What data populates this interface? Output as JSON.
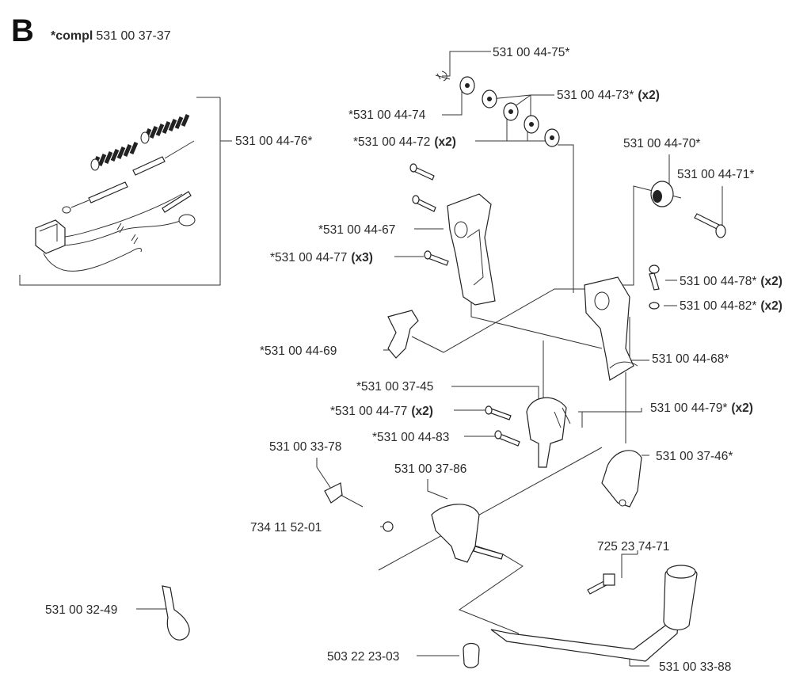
{
  "header": {
    "section_letter": "B",
    "compl_prefix": "*compl",
    "compl_number": "531 00 37-37"
  },
  "labels": [
    {
      "id": "p-44-75",
      "text": "531 00 44-75*",
      "qty": ""
    },
    {
      "id": "p-44-74",
      "text": "*531 00 44-74",
      "qty": ""
    },
    {
      "id": "p-44-73",
      "text": "531 00 44-73*",
      "qty": "(x2)"
    },
    {
      "id": "p-44-72",
      "text": "*531 00 44-72",
      "qty": "(x2)"
    },
    {
      "id": "p-44-76",
      "text": "531 00 44-76*",
      "qty": ""
    },
    {
      "id": "p-44-70",
      "text": "531 00 44-70*",
      "qty": ""
    },
    {
      "id": "p-44-71",
      "text": "531 00 44-71*",
      "qty": ""
    },
    {
      "id": "p-44-67",
      "text": "*531 00 44-67",
      "qty": ""
    },
    {
      "id": "p-44-77a",
      "text": "*531 00 44-77",
      "qty": "(x3)"
    },
    {
      "id": "p-44-78",
      "text": "531 00 44-78*",
      "qty": "(x2)"
    },
    {
      "id": "p-44-82",
      "text": "531 00 44-82*",
      "qty": "(x2)"
    },
    {
      "id": "p-44-69",
      "text": "*531 00 44-69",
      "qty": ""
    },
    {
      "id": "p-44-68",
      "text": "531 00 44-68*",
      "qty": ""
    },
    {
      "id": "p-37-45",
      "text": "*531 00 37-45",
      "qty": ""
    },
    {
      "id": "p-44-77b",
      "text": "*531 00 44-77",
      "qty": "(x2)"
    },
    {
      "id": "p-44-79",
      "text": "531 00 44-79*",
      "qty": "(x2)"
    },
    {
      "id": "p-44-83",
      "text": "*531 00 44-83",
      "qty": ""
    },
    {
      "id": "p-33-78",
      "text": "531 00 33-78",
      "qty": ""
    },
    {
      "id": "p-37-86",
      "text": "531 00 37-86",
      "qty": ""
    },
    {
      "id": "p-37-46",
      "text": "531 00 37-46*",
      "qty": ""
    },
    {
      "id": "p-734",
      "text": "734 11 52-01",
      "qty": ""
    },
    {
      "id": "p-725",
      "text": "725 23 74-71",
      "qty": ""
    },
    {
      "id": "p-32-49",
      "text": "531 00 32-49",
      "qty": ""
    },
    {
      "id": "p-503",
      "text": "503 22 23-03",
      "qty": ""
    },
    {
      "id": "p-33-88",
      "text": "531 00 33-88",
      "qty": ""
    }
  ]
}
